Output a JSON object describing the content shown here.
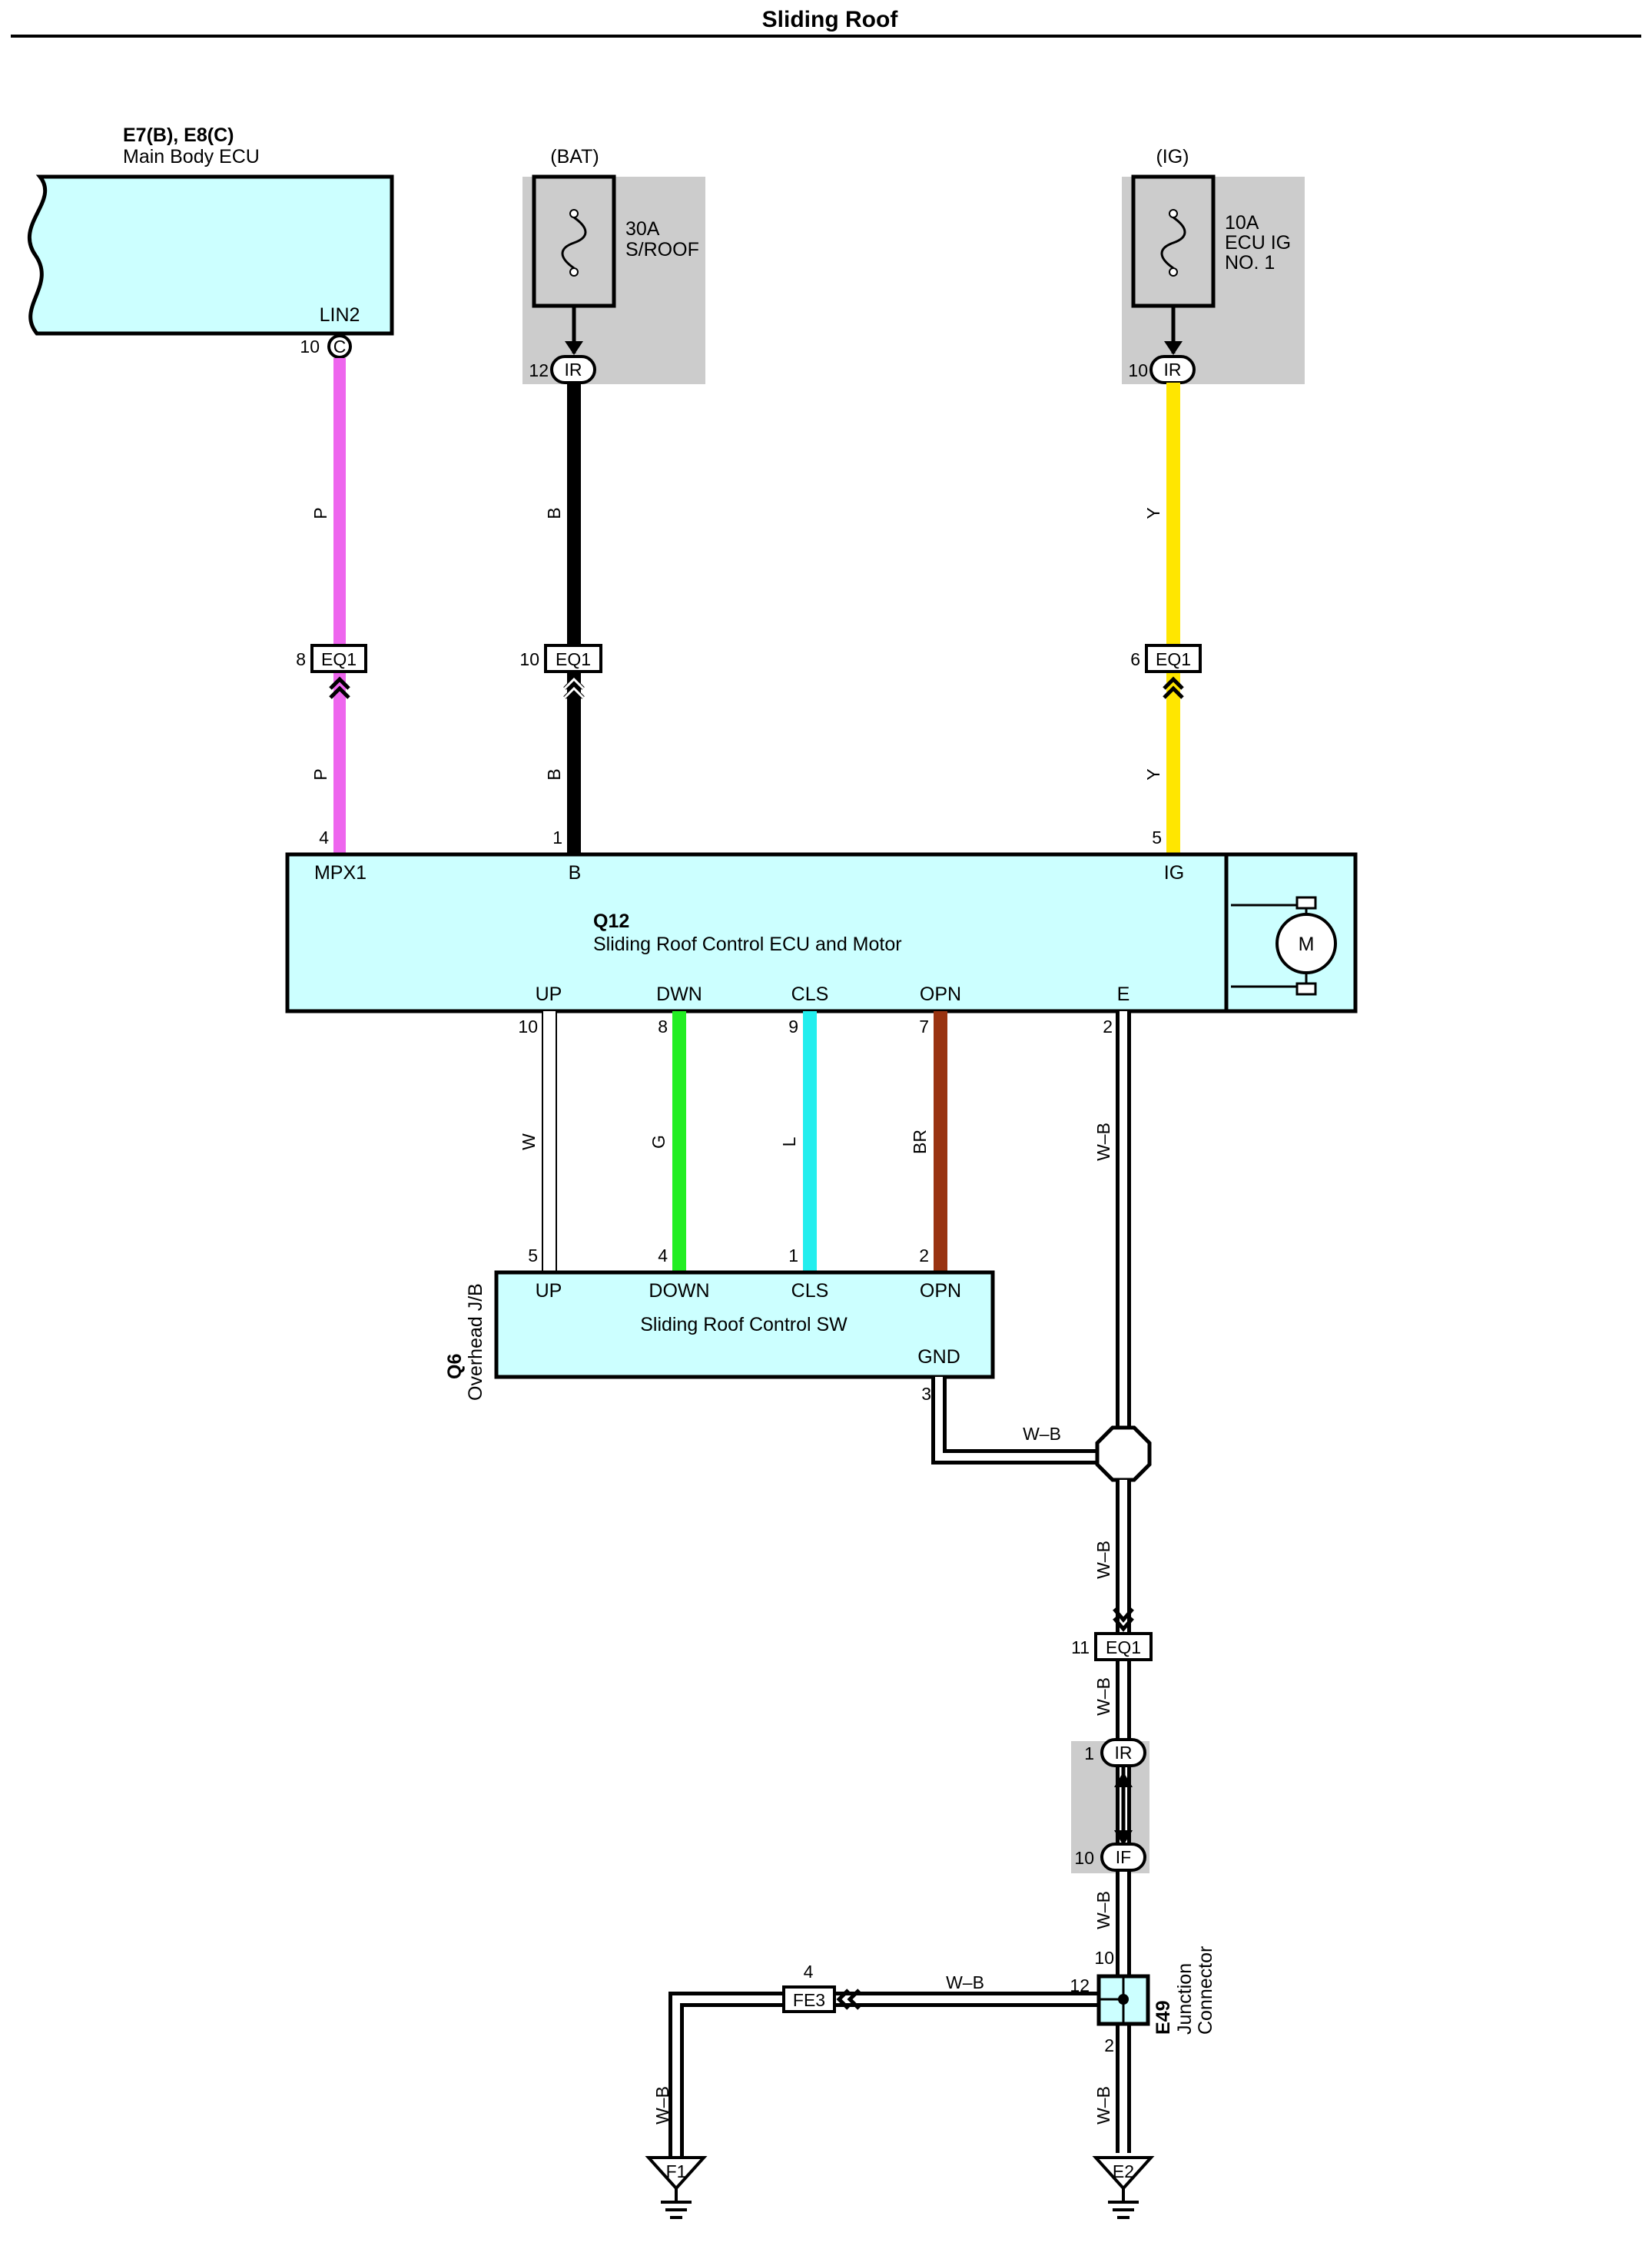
{
  "title": "Sliding Roof",
  "colors": {
    "pink": "#ee66ee",
    "black": "#000000",
    "yellow": "#ffe600",
    "green": "#22ee22",
    "cyan": "#22eeee",
    "brown": "#993311",
    "box_fill": "#ccffff",
    "fuse_bg": "#cccccc"
  },
  "main_body_ecu": {
    "code": "E7(B), E8(C)",
    "name": "Main Body ECU",
    "terminal": "LIN2",
    "pin": "10",
    "connector": "C"
  },
  "fuse_bat": {
    "source": "(BAT)",
    "rating": "30A",
    "name": "S/ROOF",
    "pin": "12",
    "connector": "IR"
  },
  "fuse_ig": {
    "source": "(IG)",
    "rating": "10A",
    "name_line1": "ECU IG",
    "name_line2": "NO. 1",
    "pin": "10",
    "connector": "IR"
  },
  "wires": {
    "p": "P",
    "b": "B",
    "y": "Y",
    "w": "W",
    "g": "G",
    "l": "L",
    "br": "BR",
    "wb": "W–B"
  },
  "eq1_upper": [
    {
      "pin": "8",
      "connector": "EQ1"
    },
    {
      "pin": "10",
      "connector": "EQ1"
    },
    {
      "pin": "6",
      "connector": "EQ1"
    }
  ],
  "q12": {
    "code": "Q12",
    "name": "Sliding Roof Control ECU and Motor",
    "motor": "M",
    "top_terminals": [
      {
        "name": "MPX1",
        "pin": "4"
      },
      {
        "name": "B",
        "pin": "1"
      },
      {
        "name": "IG",
        "pin": "5"
      }
    ],
    "bottom_terminals": [
      {
        "name": "UP",
        "pin": "10"
      },
      {
        "name": "DWN",
        "pin": "8"
      },
      {
        "name": "CLS",
        "pin": "9"
      },
      {
        "name": "OPN",
        "pin": "7"
      },
      {
        "name": "E",
        "pin": "2"
      }
    ]
  },
  "q6": {
    "code": "Q6",
    "location": "Overhead J/B",
    "name": "Sliding Roof Control SW",
    "terminals": [
      {
        "name": "UP",
        "pin": "5"
      },
      {
        "name": "DOWN",
        "pin": "4"
      },
      {
        "name": "CLS",
        "pin": "1"
      },
      {
        "name": "OPN",
        "pin": "2"
      }
    ],
    "gnd": {
      "name": "GND",
      "pin": "3"
    }
  },
  "eq1_lower": {
    "pin": "11",
    "connector": "EQ1"
  },
  "ir_if": {
    "ir": {
      "pin": "1",
      "connector": "IR"
    },
    "if": {
      "pin": "10",
      "connector": "IF"
    }
  },
  "e49": {
    "code": "E49",
    "name_line1": "Junction",
    "name_line2": "Connector",
    "pin_top": "10",
    "pin_left": "12",
    "pin_bottom": "2"
  },
  "fe3": {
    "pin": "4",
    "connector": "FE3"
  },
  "grounds": [
    "F1",
    "E2"
  ]
}
